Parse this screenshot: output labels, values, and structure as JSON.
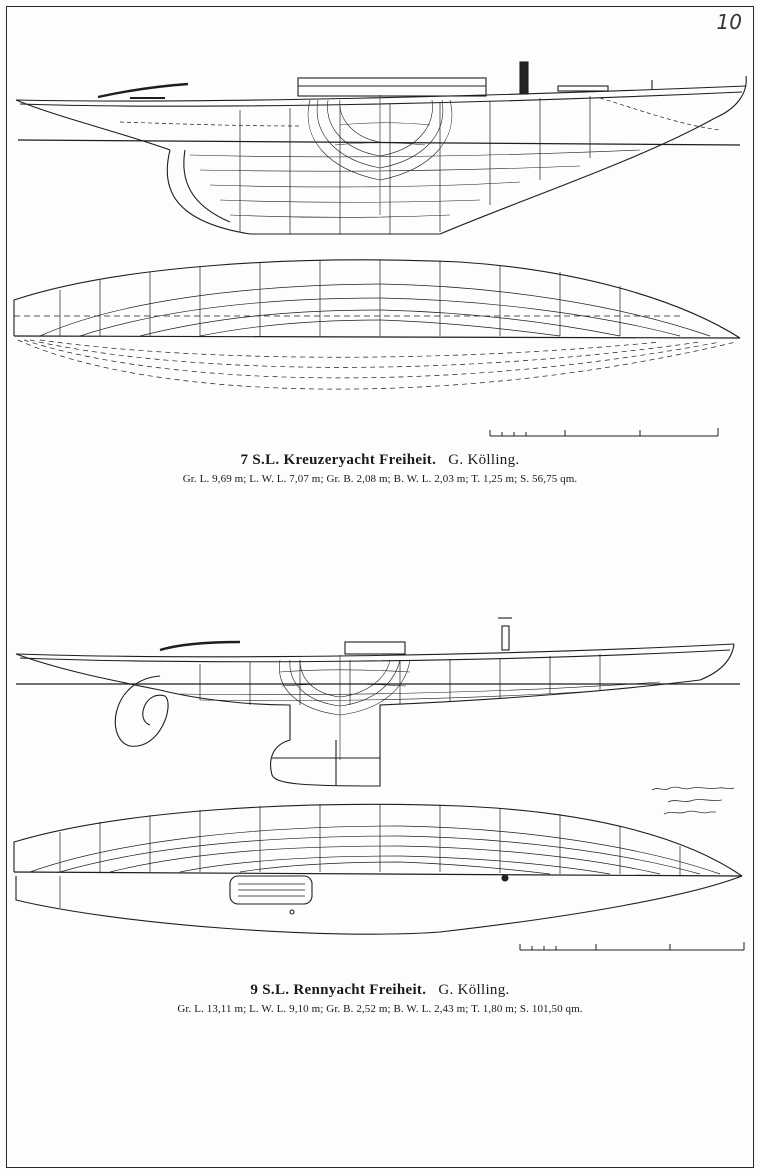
{
  "page": {
    "number": "10"
  },
  "plan1": {
    "title": "7 S.L. Kreuzeryacht Freiheit.",
    "designer": "G. Kölling.",
    "specs": "Gr. L. 9,69 m; L. W. L. 7,07 m; Gr. B. 2,08 m; B. W. L. 2,03 m; T. 1,25 m; S. 56,75 qm."
  },
  "plan2": {
    "title": "9 S.L. Rennyacht Freiheit.",
    "designer": "G. Kölling.",
    "specs": "Gr. L. 13,11 m; L. W. L. 9,10 m; Gr. B. 2,52 m; B. W. L. 2,43 m; T. 1,80 m; S. 101,50 qm."
  },
  "colors": {
    "ink": "#1e1e1e",
    "paper": "#fdfdfb"
  }
}
